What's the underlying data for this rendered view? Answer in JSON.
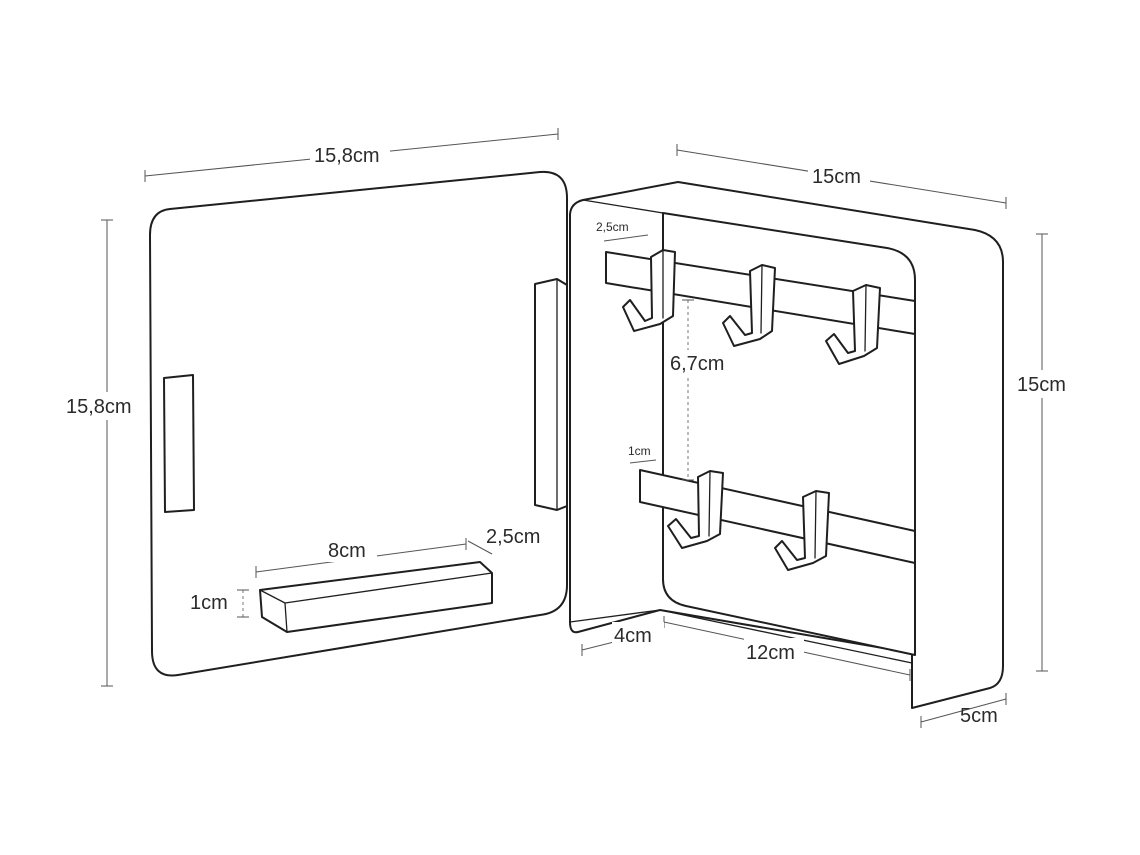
{
  "dimensions": {
    "door_width": "15,8cm",
    "door_height": "15,8cm",
    "tray_length": "8cm",
    "tray_depth": "2,5cm",
    "tray_height": "1cm",
    "box_width": "15cm",
    "box_height": "15cm",
    "hook_spacing": "2,5cm",
    "rail_spacing": "6,7cm",
    "rail_offset": "1cm",
    "front_inset": "4cm",
    "inner_width": "12cm",
    "box_depth": "5cm"
  }
}
